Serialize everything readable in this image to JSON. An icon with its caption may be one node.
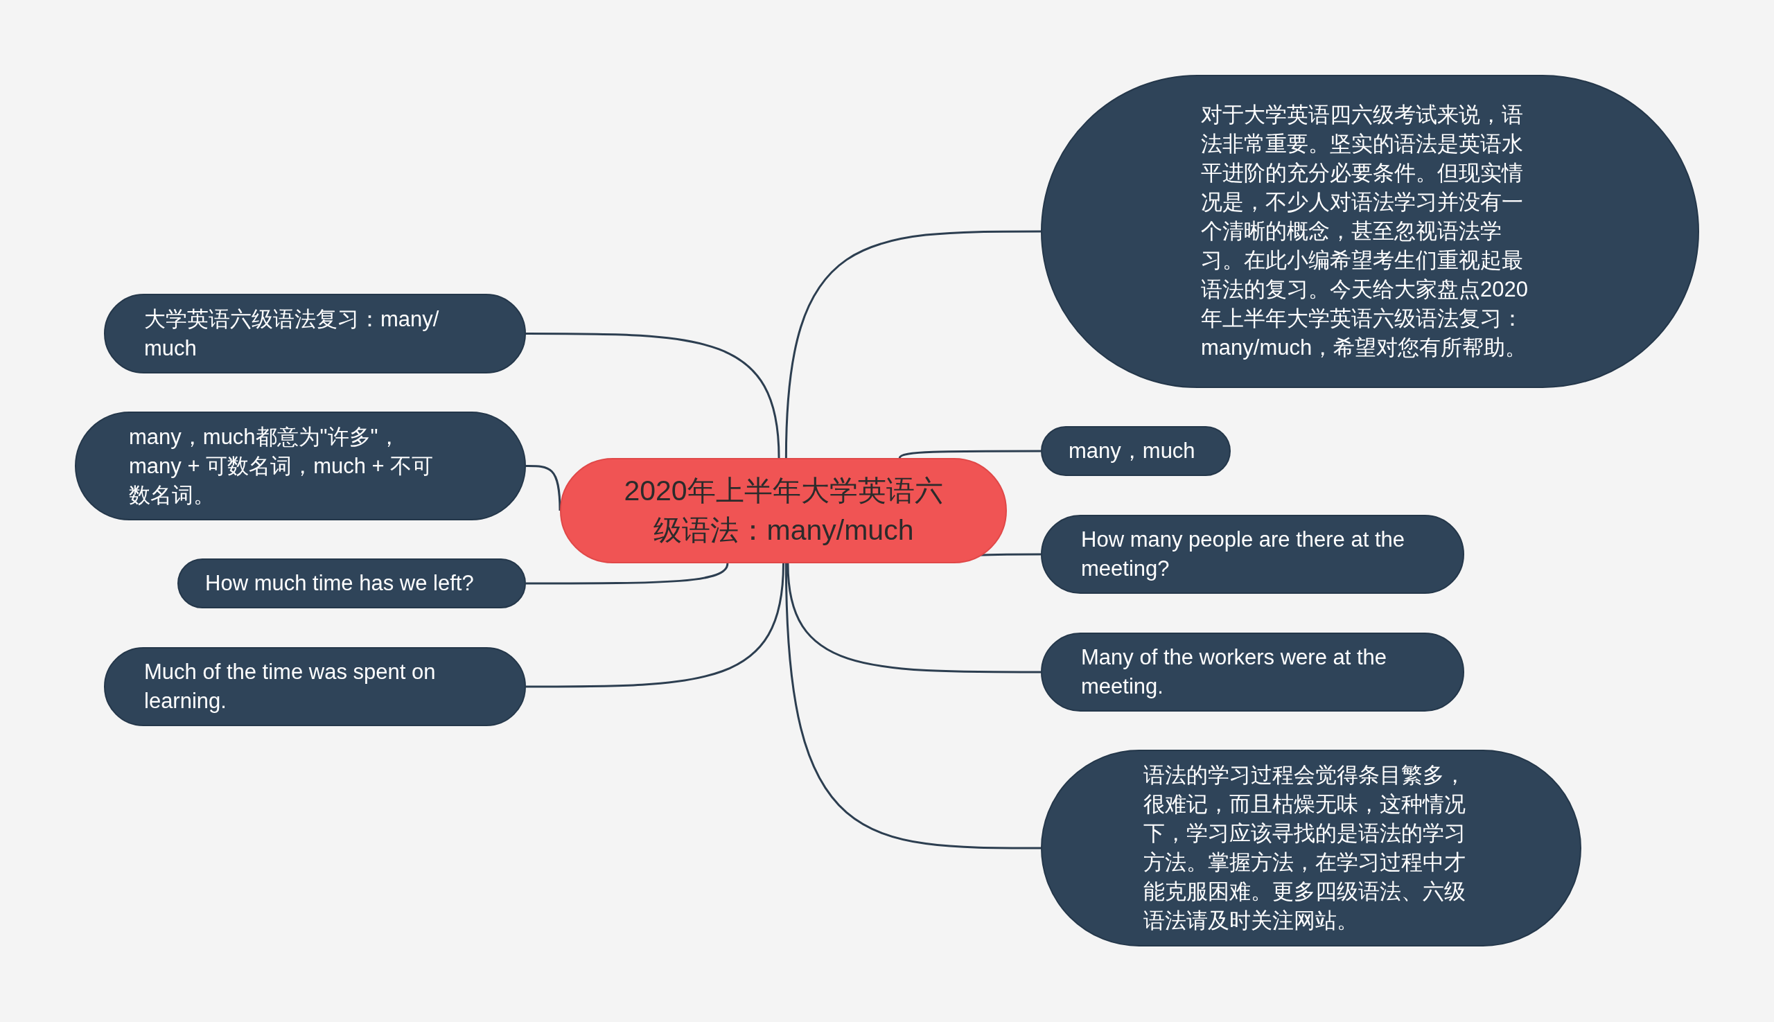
{
  "diagram": {
    "nodes": [
      {
        "text": [
          "2020年上半年大学英语六级语法：many/much"
        ]
      },
      {
        "text": [
          "大学英语六级语法复习：many/ much"
        ]
      },
      {
        "text": [
          "many，much都意为\"许多\"，many + 可数名词，much + 不可数名词。"
        ]
      },
      {
        "text": [
          "How much time has we left?"
        ]
      },
      {
        "text": [
          "Much of the time was spent on learning."
        ]
      },
      {
        "text": [
          "对于大学英语四六级考试来说，语法非常重要。坚实的语法是英语水平进阶的充分必要条件。但现实情况是，不少人对语法学习并没有一个清晰的概念，甚至忽视语法学习。在此小编希望考生们重视起最语法的复习。今天给大家盘点2020年上半年大学英语六级语法复习：many/much，希望对您有所帮助。"
        ]
      },
      {
        "text": [
          "many，much"
        ]
      },
      {
        "text": [
          "How many people are there at the meeting?"
        ]
      },
      {
        "text": [
          "Many of the workers were at the meeting."
        ]
      },
      {
        "text": [
          "语法的学习过程会觉得条目繁多，很难记，而且枯燥无味，这种情况下，学习应该寻找的是语法的学习方法。掌握方法，在学习过程中才能克服困难。更多四级语法、六级语法请及时关注网站。"
        ]
      }
    ],
    "edges": [
      {
        "from": 0,
        "to": 1,
        "arrow": "none"
      },
      {
        "from": 0,
        "to": 2,
        "arrow": "none"
      },
      {
        "from": 0,
        "to": 3,
        "arrow": "none"
      },
      {
        "from": 0,
        "to": 4,
        "arrow": "none"
      },
      {
        "from": 0,
        "to": 5,
        "arrow": "none"
      },
      {
        "from": 0,
        "to": 6,
        "arrow": "none"
      },
      {
        "from": 0,
        "to": 7,
        "arrow": "none"
      },
      {
        "from": 0,
        "to": 8,
        "arrow": "none"
      },
      {
        "from": 0,
        "to": 9,
        "arrow": "none"
      }
    ]
  }
}
